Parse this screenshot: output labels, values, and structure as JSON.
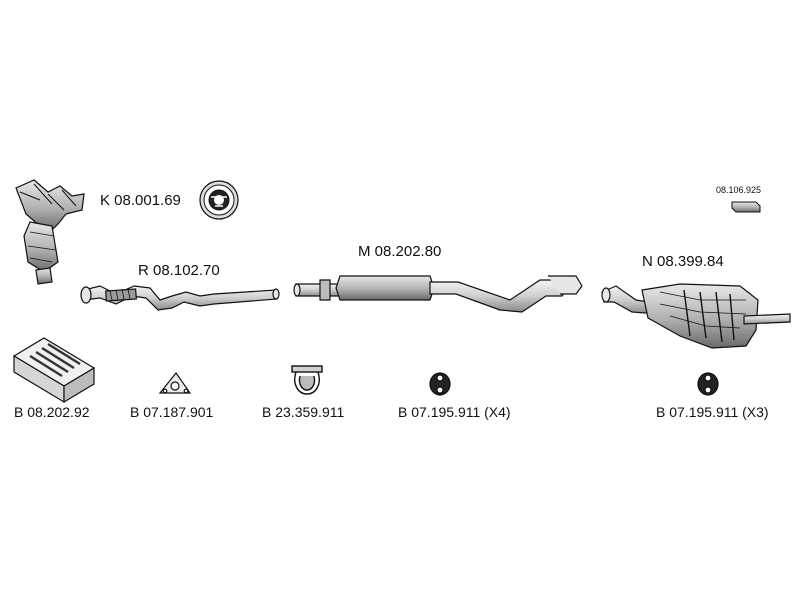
{
  "parts": {
    "catalyst": {
      "code": "K 08.001.69"
    },
    "front_pipe": {
      "code": "R 08.102.70"
    },
    "middle_silencer": {
      "code": "M 08.202.80"
    },
    "rear_silencer": {
      "code": "N 08.399.84"
    },
    "small_part": {
      "code": "08.106.925"
    }
  },
  "accessories": {
    "mounting_kit": {
      "code": "B 08.202.92"
    },
    "gasket": {
      "code": "B 07.187.901"
    },
    "clamp": {
      "code": "B 23.359.911"
    },
    "rubber_mount_a": {
      "code": "B 07.195.911 (X4)"
    },
    "rubber_mount_b": {
      "code": "B 07.195.911 (X3)"
    }
  },
  "icons": {
    "certification": "certificate-seal-icon",
    "kit": "mounting-kit-box-icon",
    "gasket": "triangle-gasket-icon",
    "clamp": "pipe-clamp-icon",
    "rubber": "rubber-hanger-icon"
  },
  "colors": {
    "line": "#111111",
    "fill_light": "#e6e6e6",
    "fill_mid": "#bdbdbd",
    "fill_dark": "#6f6f6f"
  }
}
